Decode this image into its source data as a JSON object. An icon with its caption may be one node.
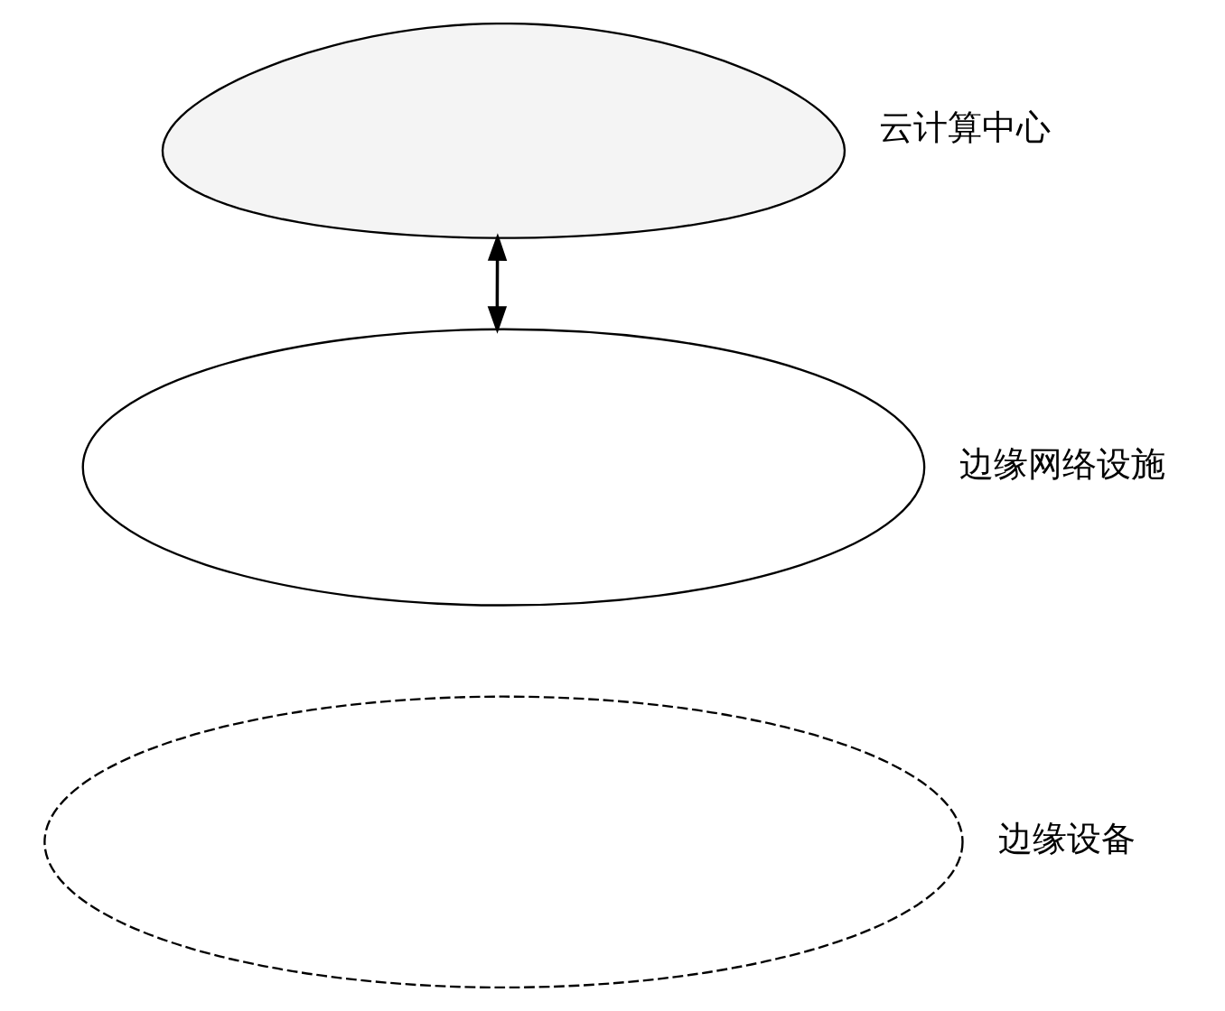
{
  "diagram": {
    "nodes": [
      {
        "text": [],
        "shape": "cloud",
        "beside": [
          "云计算中心"
        ]
      },
      {
        "text": [],
        "shape": "ellipse",
        "beside": [
          "边缘网络设施"
        ]
      },
      {
        "text": [],
        "shape": "ellipse",
        "beside": [
          "边缘设备"
        ]
      }
    ],
    "edges": [
      {
        "from": 0,
        "to": 1,
        "arrow": "both"
      }
    ]
  }
}
